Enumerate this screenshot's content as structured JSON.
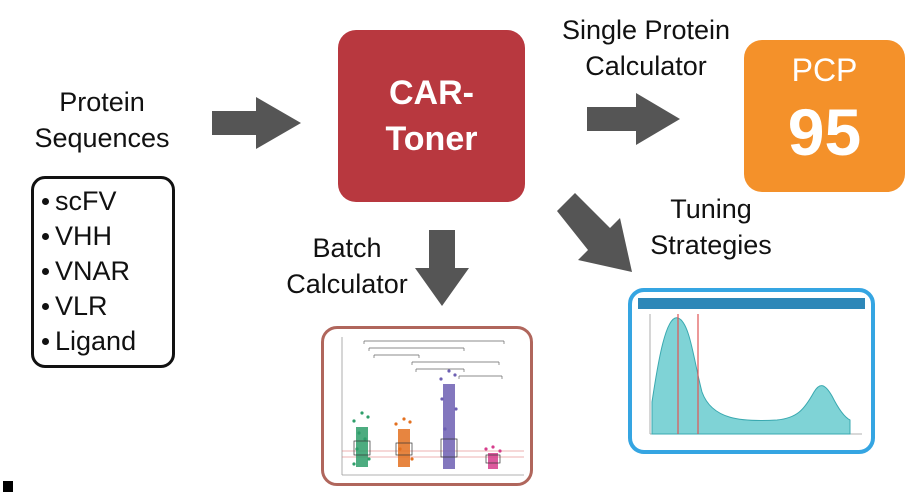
{
  "input": {
    "title_line1": "Protein",
    "title_line2": "Sequences",
    "items": [
      "scFV",
      "VHH",
      "VNAR",
      "VLR",
      "Ligand"
    ]
  },
  "center": {
    "line1": "CAR-",
    "line2": "Toner"
  },
  "single_calc": {
    "line1": "Single Protein",
    "line2": "Calculator"
  },
  "pcp": {
    "label": "PCP",
    "value": "95"
  },
  "batch": {
    "line1": "Batch",
    "line2": "Calculator"
  },
  "tuning": {
    "line1": "Tuning",
    "line2": "Strategies"
  },
  "colors": {
    "center_box": "#b8383f",
    "pcp_box": "#f4912a",
    "arrow": "#555555",
    "batch_border": "#b0665c",
    "tune_border": "#35a5e2",
    "density_fill": "#7fd3d6"
  }
}
